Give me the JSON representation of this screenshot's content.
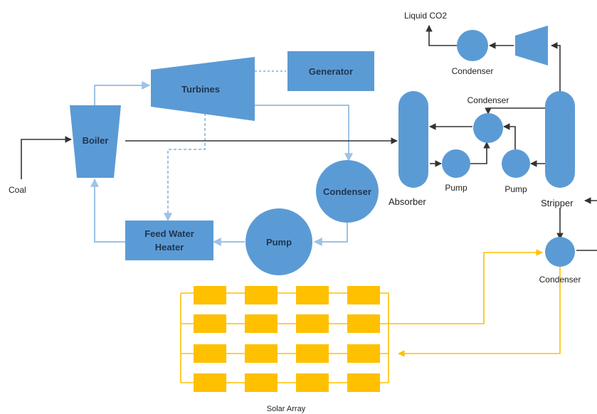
{
  "colors": {
    "equipment_fill": "#5b9bd5",
    "steam_line": "#9dc3e6",
    "process_line": "#333333",
    "solar_fill": "#ffc000",
    "solar_line": "#ffc000"
  },
  "labels": {
    "coal": "Coal",
    "boiler": "Boiler",
    "turbines": "Turbines",
    "generator": "Generator",
    "condenser_main": "Condenser",
    "pump_main": "Pump",
    "feed_water_heater_line1": "Feed Water",
    "feed_water_heater_line2": "Heater",
    "absorber": "Absorber",
    "stripper": "Stripper",
    "pump_left": "Pump",
    "pump_right": "Pump",
    "condenser_mid": "Condenser",
    "condenser_top": "Condenser",
    "liquid_co2": "Liquid CO2",
    "condenser_solar": "Condenser",
    "solar_array": "Solar Array"
  }
}
